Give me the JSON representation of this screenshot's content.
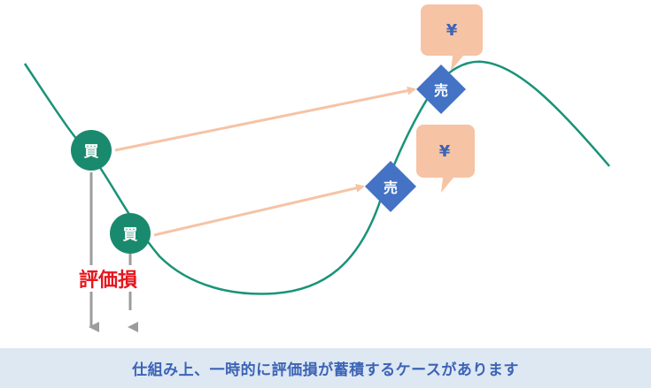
{
  "labels": {
    "buy": "買",
    "sell": "売",
    "yen": "¥",
    "unrealized_loss": "評価損"
  },
  "caption": "仕組み上、一時的に評価損が蓄積するケースがあります",
  "colors": {
    "price_line": "#1a9378",
    "buy_marker": "#1a8a6f",
    "sell_marker": "#4472c4",
    "trade_arrow": "#f6c3a5",
    "yen_bubble": "#f6c3a5",
    "yen_text": "#3c63b5",
    "loss_text": "#e8141c",
    "loss_arrow": "#9c9c9c",
    "caption_bg": "#dde8f3",
    "caption_text": "#3c63b5"
  }
}
